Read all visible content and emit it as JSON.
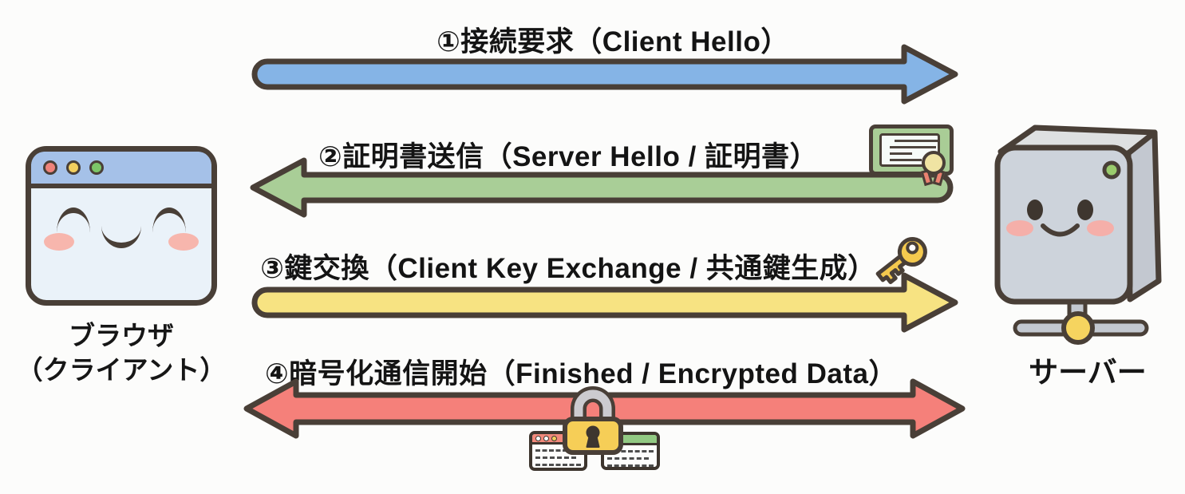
{
  "diagram": {
    "outline_color": "#493F37",
    "background_color": "#FCFCFB",
    "client": {
      "label_line1": "ブラウザ",
      "label_line2": "（クライアント）",
      "icon": "browser-window-face-icon"
    },
    "server": {
      "label": "サーバー",
      "icon": "server-box-face-icon"
    },
    "steps": [
      {
        "label": "①接続要求（Client Hello）",
        "direction": "right",
        "from": "client",
        "to": "server",
        "arrow_color": "#85B4E6",
        "icon": ""
      },
      {
        "label": "②証明書送信（Server Hello / 証明書）",
        "direction": "left",
        "from": "server",
        "to": "client",
        "arrow_color": "#A9CE97",
        "icon": "certificate-icon"
      },
      {
        "label": "③鍵交換（Client Key Exchange / 共通鍵生成）",
        "direction": "right",
        "from": "client",
        "to": "server",
        "arrow_color": "#F7E382",
        "icon": "key-icon"
      },
      {
        "label": "④暗号化通信開始（Finished / Encrypted Data）",
        "direction": "both",
        "from": "client",
        "to": "server",
        "arrow_color": "#F5807A",
        "icon": "padlock-icon"
      }
    ]
  }
}
